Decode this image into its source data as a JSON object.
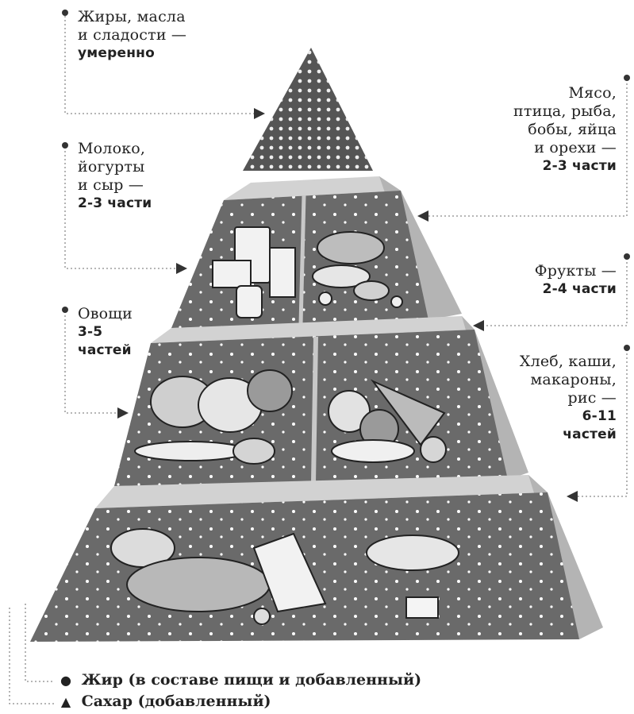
{
  "labels": {
    "fats": [
      "Жиры, масла",
      "и сладости —",
      "умеренно"
    ],
    "dairy": [
      "Молоко,",
      "йогурты",
      "и сыр —",
      "2-3 части"
    ],
    "vegetables": [
      "Овощи",
      "3-5",
      "частей"
    ],
    "meat": [
      "Мясо,",
      "птица, рыба,",
      "бобы, яйца",
      "и орехи —",
      "2-3 части"
    ],
    "fruits": [
      "Фрукты —",
      "2-4 части"
    ],
    "grains": [
      "Хлеб, каши,",
      "макароны,",
      "рис —",
      "6-11",
      "частей"
    ]
  },
  "legend": {
    "fat": "Жир (в составе пищи и добавленный)",
    "sugar": "Сахар (добавленный)"
  },
  "colors": {
    "tier_face": "#6a6a6a",
    "tier_side": "#b4b4b4",
    "tier_top": "#d2d2d2",
    "apex": "#555555",
    "dots": "#ffffff",
    "leader": "#8a8a8a",
    "ink": "#222222"
  },
  "icons": {
    "fat_marker": "circle-bullet-icon",
    "sugar_marker": "triangle-bullet-icon"
  }
}
